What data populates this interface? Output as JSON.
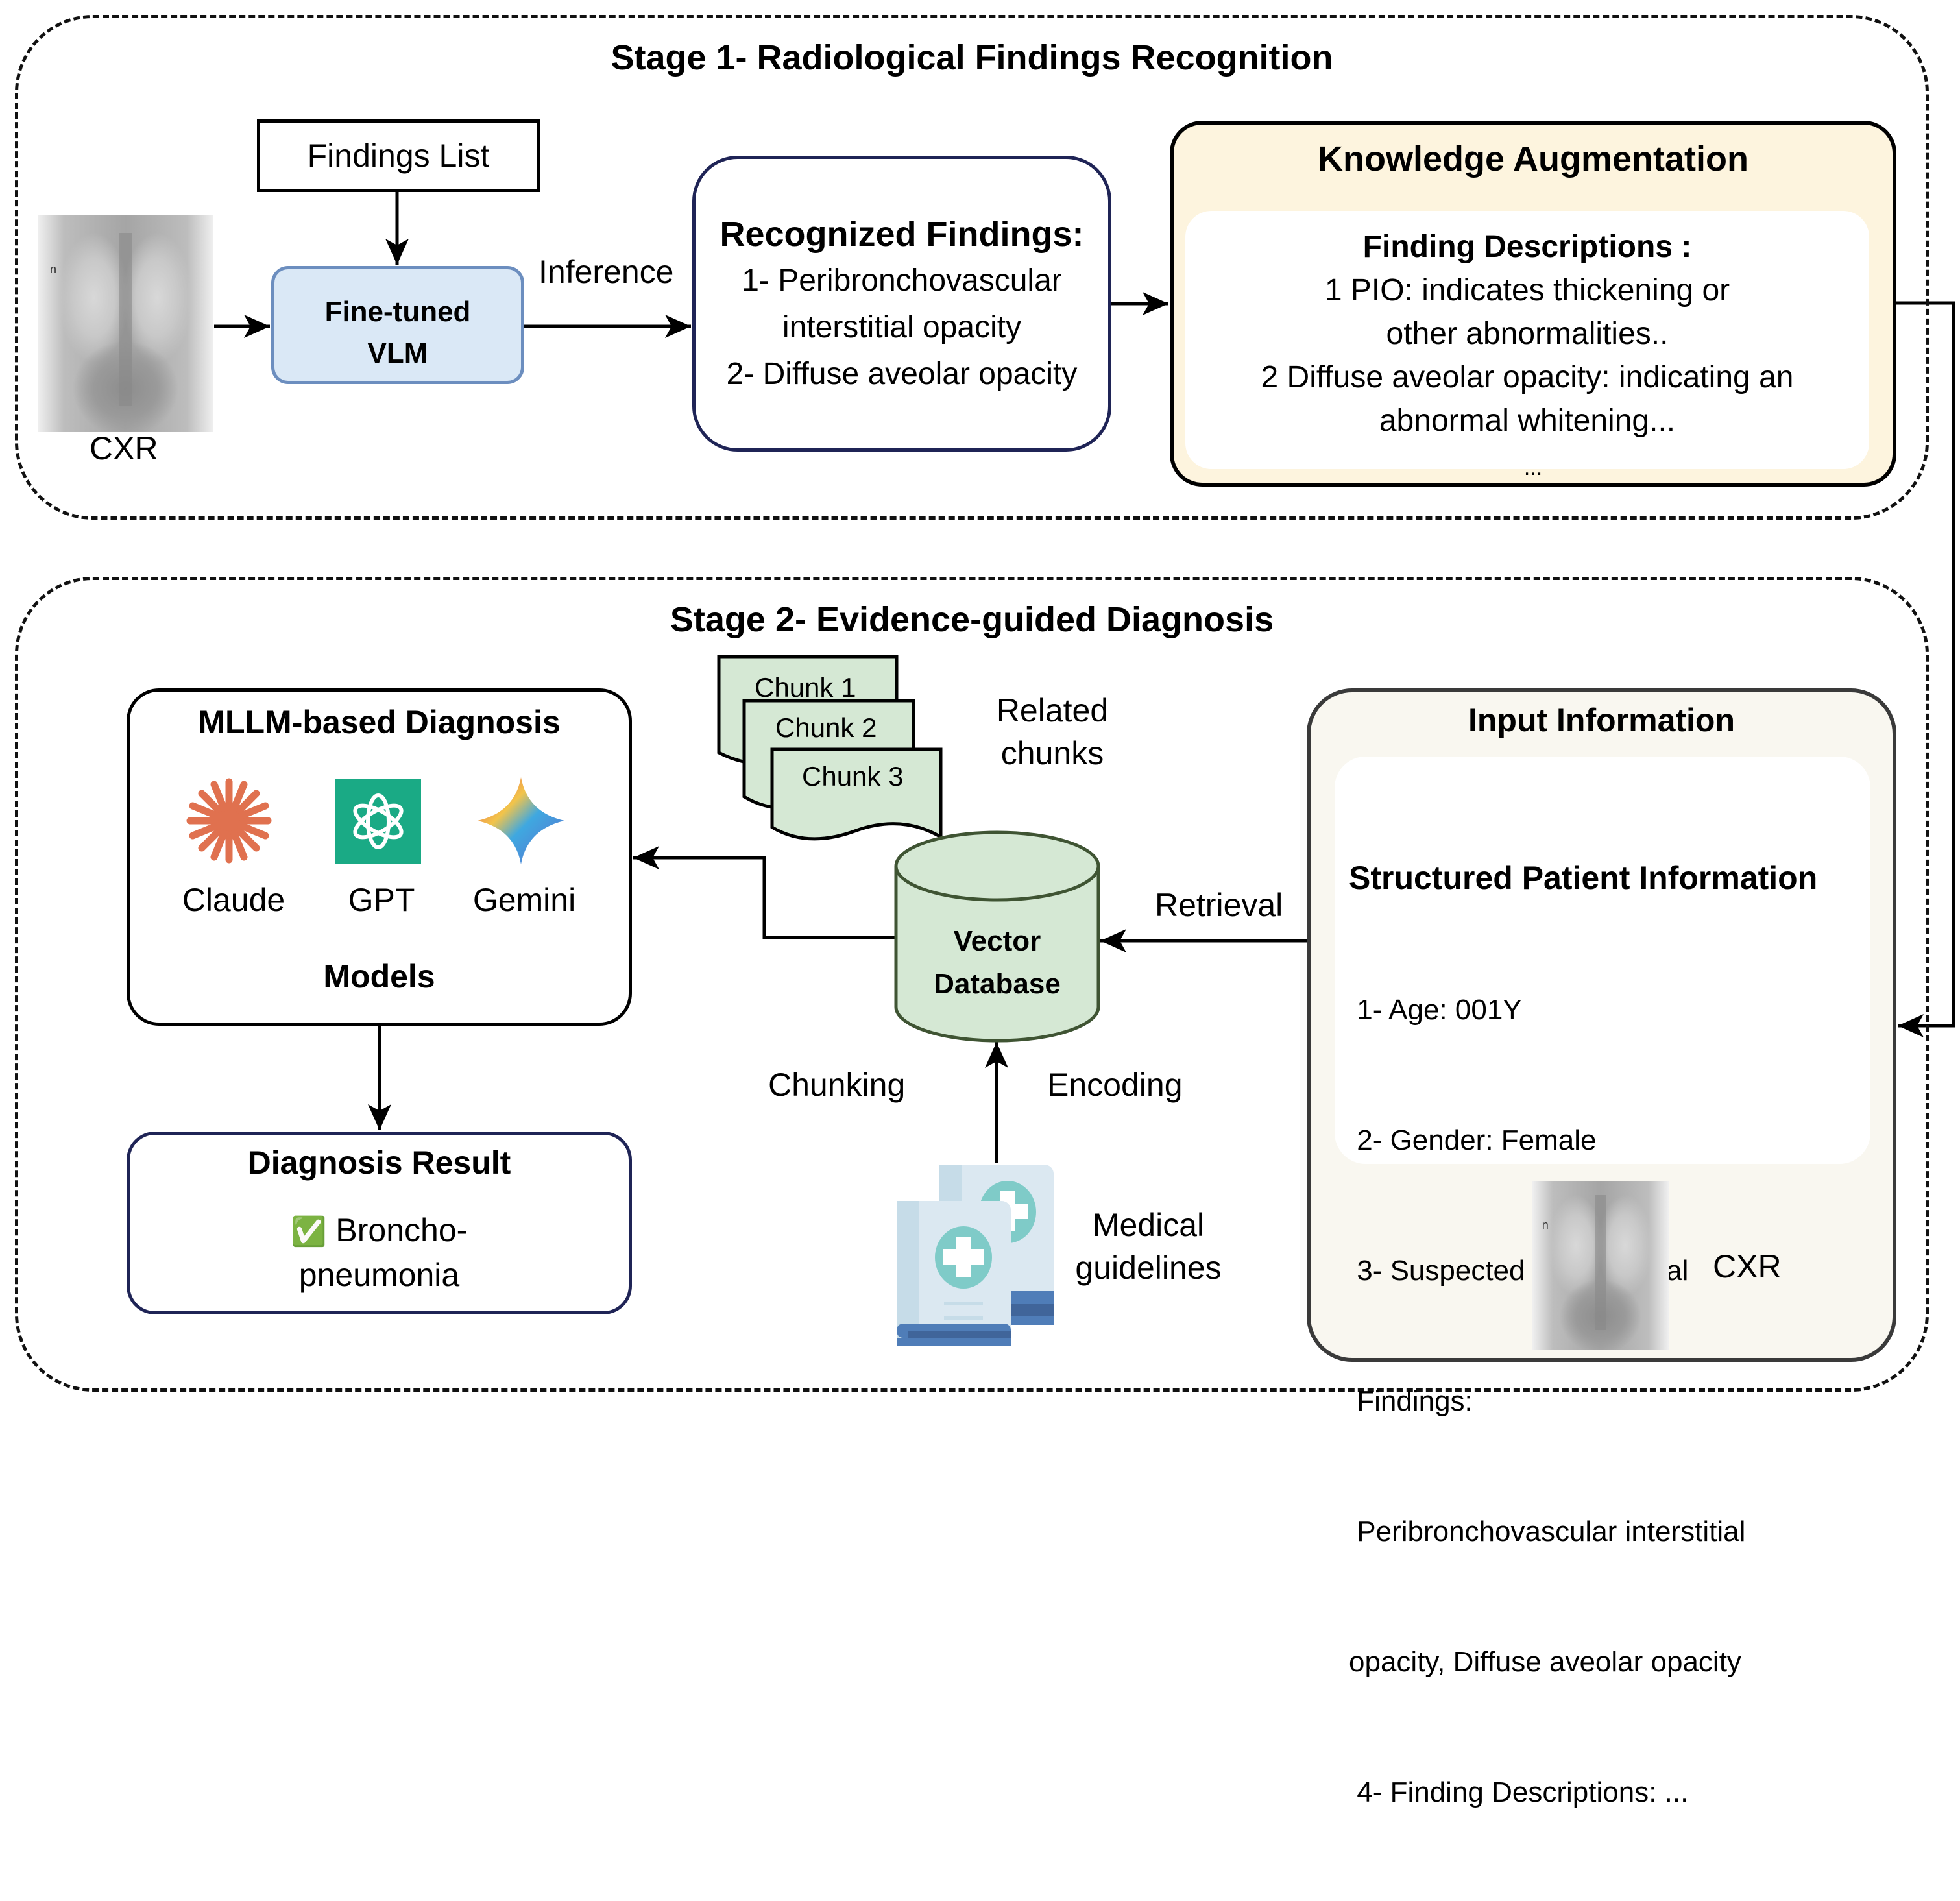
{
  "stage1": {
    "title": "Stage 1- Radiological Findings Recognition",
    "findings_list": "Findings List",
    "vlm": {
      "line1": "Fine-tuned",
      "line2": "VLM"
    },
    "cxr_label": "CXR",
    "inference_label": "Inference",
    "recognized": {
      "title": "Recognized Findings:",
      "lines": [
        "1- Peribronchovascular",
        "interstitial opacity",
        "2- Diffuse aveolar opacity"
      ]
    },
    "knowledge": {
      "title": "Knowledge Augmentation",
      "subtitle": "Finding Descriptions :",
      "lines": [
        "1 PIO: indicates thickening or",
        "other abnormalities..",
        "2 Diffuse aveolar opacity: indicating an",
        "abnormal whitening..."
      ],
      "ellipsis": "..."
    }
  },
  "stage2": {
    "title": "Stage 2- Evidence-guided Diagnosis",
    "mllm": {
      "title": "MLLM-based Diagnosis",
      "models": [
        {
          "name": "Claude",
          "icon": "claude-logo-icon",
          "color": "#e0714f"
        },
        {
          "name": "GPT",
          "icon": "openai-logo-icon",
          "color": "#1aaa85"
        },
        {
          "name": "Gemini",
          "icon": "gemini-logo-icon",
          "color": "#4f86d6"
        }
      ],
      "footer": "Models"
    },
    "result": {
      "title": "Diagnosis Result",
      "check": "✅",
      "line1": "Broncho-",
      "line2": "pneumonia"
    },
    "chunks": [
      "Chunk 1",
      "Chunk 2",
      "Chunk 3"
    ],
    "related_chunks": {
      "line1": "Related",
      "line2": "chunks"
    },
    "vector_db": {
      "line1": "Vector",
      "line2": "Database"
    },
    "retrieval_label": "Retrieval",
    "chunking_label": "Chunking",
    "encoding_label": "Encoding",
    "guidelines": {
      "line1": "Medical",
      "line2": "guidelines"
    },
    "input": {
      "title": "Input Information",
      "subtitle": "Structured Patient Information",
      "lines": [
        " 1- Age: 001Y",
        " 2- Gender: Female",
        " 3- Suspected Radiological",
        " Findings:",
        " Peribronchovascular interstitial",
        "opacity, Diffuse aveolar opacity",
        " 4- Finding Descriptions: ..."
      ],
      "cxr_label": "CXR"
    }
  },
  "colors": {
    "vlm_fill": "#dae8f6",
    "vlm_border": "#6c8ebf",
    "navy_border": "#1f2456",
    "knowledge_fill": "#fdf4de",
    "input_fill": "#f9f7f0",
    "chunk_fill": "#d5e8d4",
    "db_border": "#3f5433"
  }
}
